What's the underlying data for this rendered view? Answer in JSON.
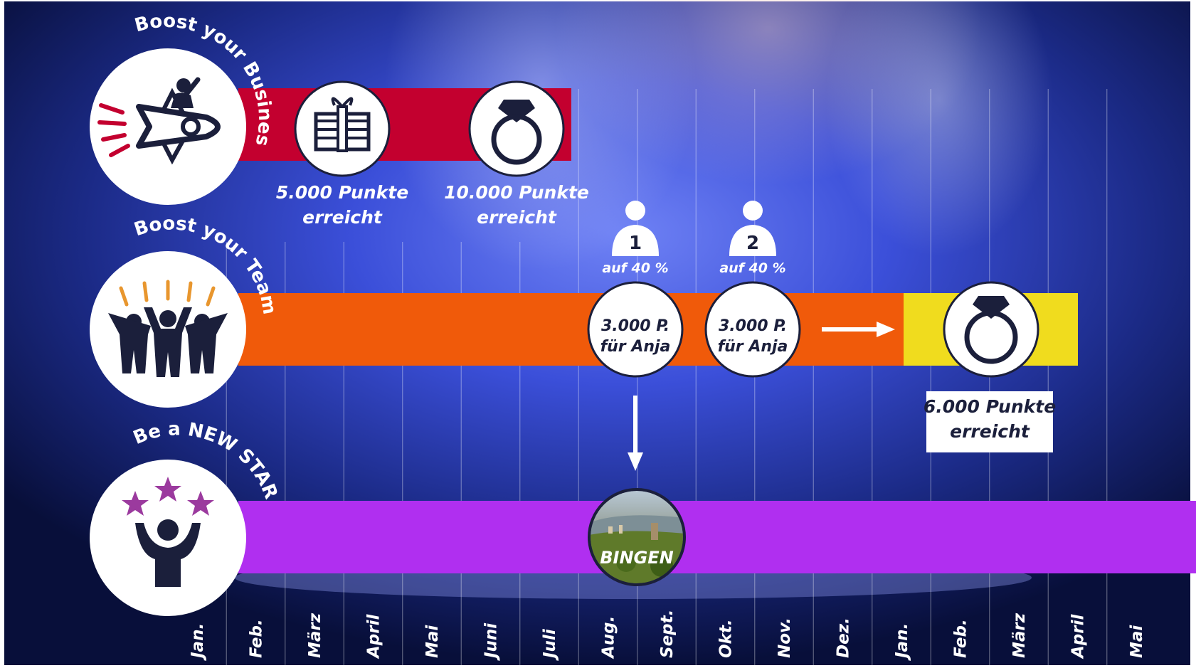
{
  "months": [
    "Jan.",
    "Feb.",
    "März",
    "April",
    "Mai",
    "Juni",
    "Juli",
    "Aug.",
    "Sept.",
    "Okt.",
    "Nov.",
    "Dez.",
    "Jan.",
    "Feb.",
    "März",
    "April",
    "Mai"
  ],
  "tracks": {
    "business": {
      "title": "Boost your Business",
      "color": "#c3002f",
      "milestones": [
        {
          "icon": "gift-icon",
          "text_line1": "5.000 Punkte",
          "text_line2": "erreicht"
        },
        {
          "icon": "diamond-ring-icon",
          "text_line1": "10.000 Punkte",
          "text_line2": "erreicht"
        }
      ]
    },
    "team": {
      "title": "Boost your Team",
      "color": "#f05a0a",
      "bonus_color": "#f0dc1e",
      "recruits": [
        {
          "number": "1",
          "percent": "auf 40 %",
          "line1": "3.000 P.",
          "line2": "für Anja"
        },
        {
          "number": "2",
          "percent": "auf 40 %",
          "line1": "3.000 P.",
          "line2": "für Anja"
        }
      ],
      "reward": {
        "icon": "diamond-ring-icon",
        "text_line1": "6.000 Punkte",
        "text_line2": "erreicht"
      }
    },
    "star": {
      "title": "Be a NEW STAR",
      "color": "#b02ff0",
      "destination": "BINGEN"
    }
  },
  "colors": {
    "background_dark": "#0a1445",
    "background_light": "#5b6cf0",
    "icon_navy": "#1b1f3b",
    "accent_red": "#c3002f",
    "accent_orange": "#e8962e",
    "accent_purple": "#9b3a9e"
  }
}
